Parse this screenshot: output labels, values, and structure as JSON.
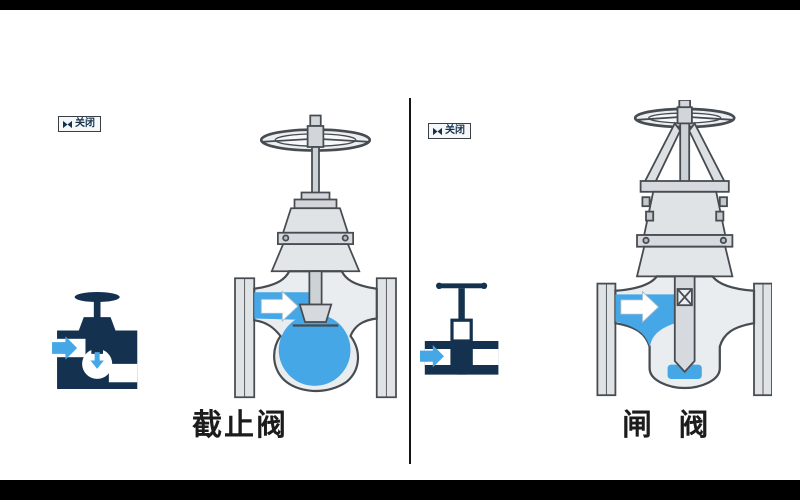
{
  "panels": [
    {
      "badge": "关闭",
      "label": "截止阀",
      "valve": "globe-valve"
    },
    {
      "badge": "关闭",
      "label": "闸 阀",
      "valve": "gate-valve"
    }
  ],
  "colors": {
    "fluid": "#45a7e6",
    "navy": "#14324f",
    "metal": "#e9ecee",
    "bar": "#000000"
  }
}
